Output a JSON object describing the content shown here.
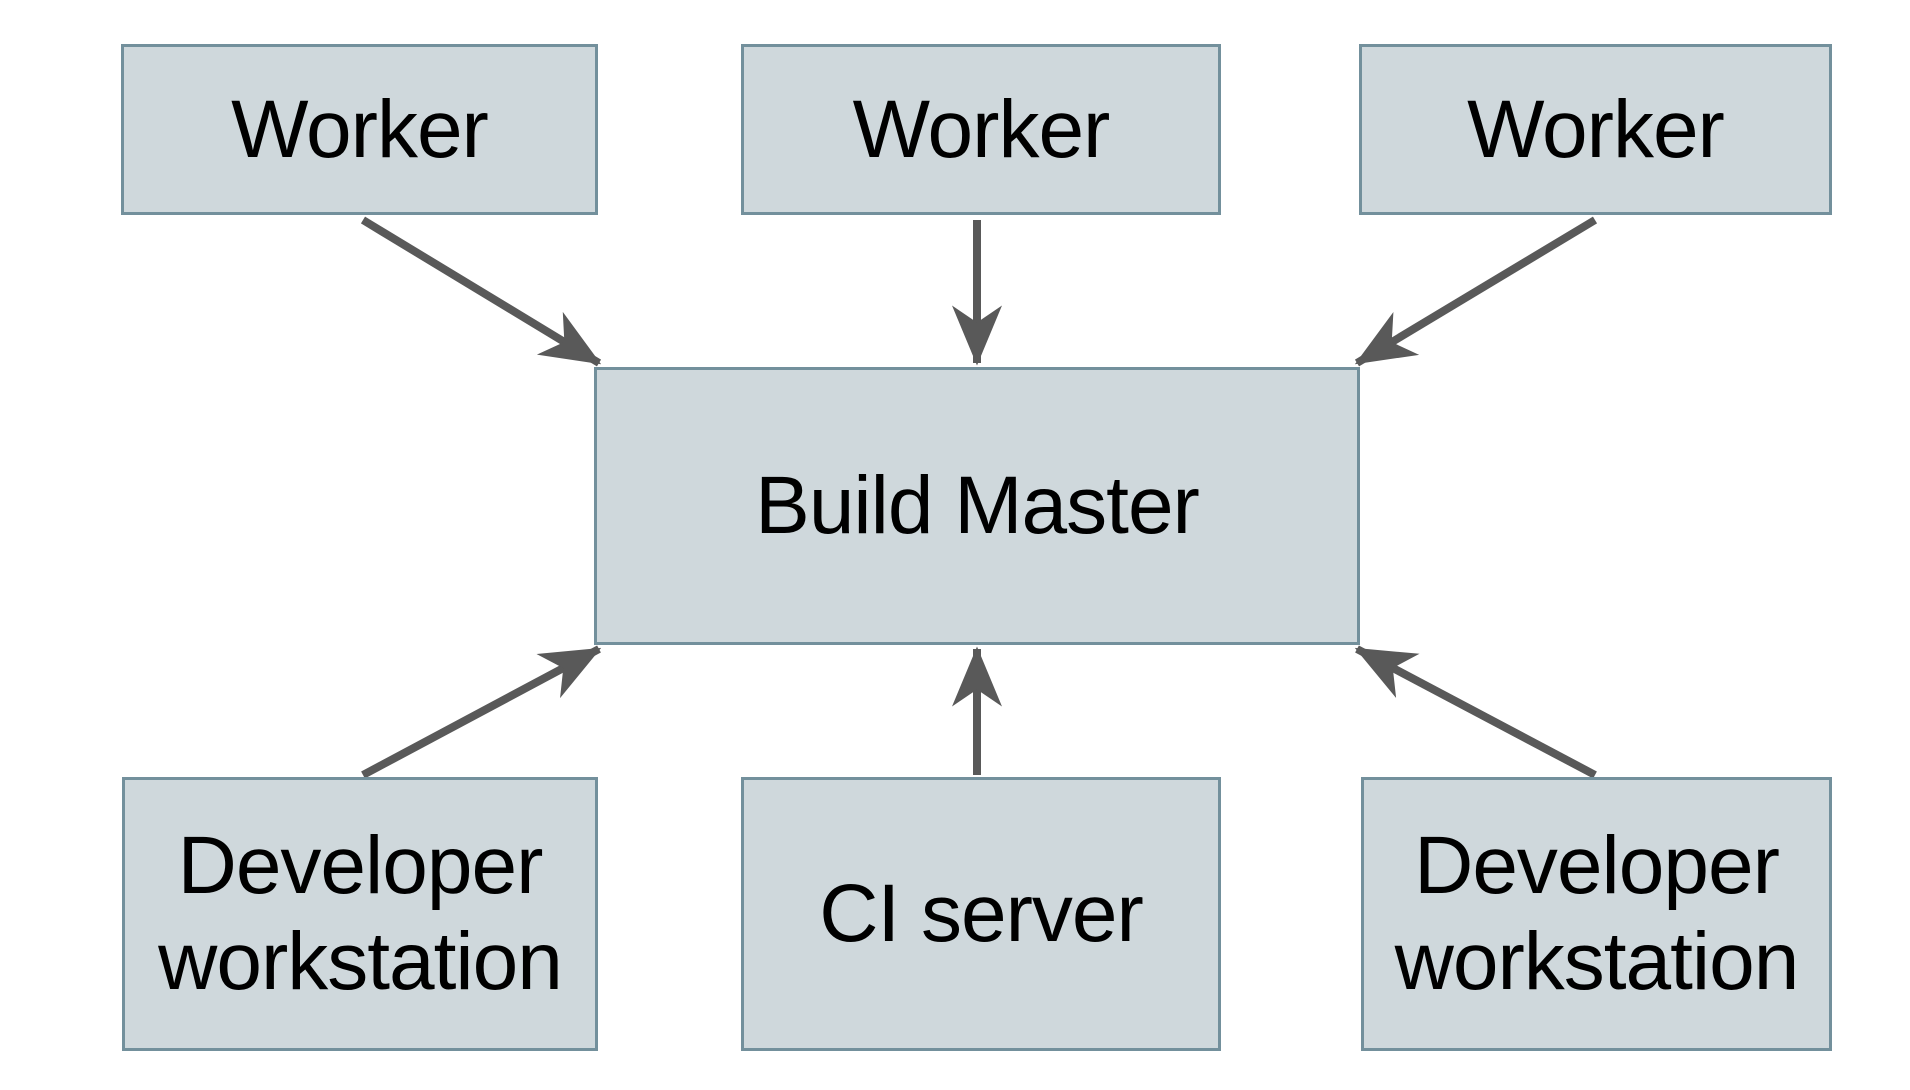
{
  "colors": {
    "background": "#ffffff",
    "node-fill": "#cfd8dc",
    "node-border": "#73909c",
    "arrow": "#595959",
    "text": "#000000"
  },
  "nodes": [
    {
      "id": "worker-1",
      "label": "Worker"
    },
    {
      "id": "worker-2",
      "label": "Worker"
    },
    {
      "id": "worker-3",
      "label": "Worker"
    },
    {
      "id": "build-master",
      "label": "Build Master"
    },
    {
      "id": "developer-workstation-1",
      "label": "Developer workstation"
    },
    {
      "id": "ci-server",
      "label": "CI server"
    },
    {
      "id": "developer-workstation-2",
      "label": "Developer workstation"
    }
  ],
  "edges": [
    {
      "from": "worker-1",
      "to": "build-master"
    },
    {
      "from": "worker-2",
      "to": "build-master"
    },
    {
      "from": "worker-3",
      "to": "build-master"
    },
    {
      "from": "developer-workstation-1",
      "to": "build-master"
    },
    {
      "from": "ci-server",
      "to": "build-master"
    },
    {
      "from": "developer-workstation-2",
      "to": "build-master"
    }
  ]
}
